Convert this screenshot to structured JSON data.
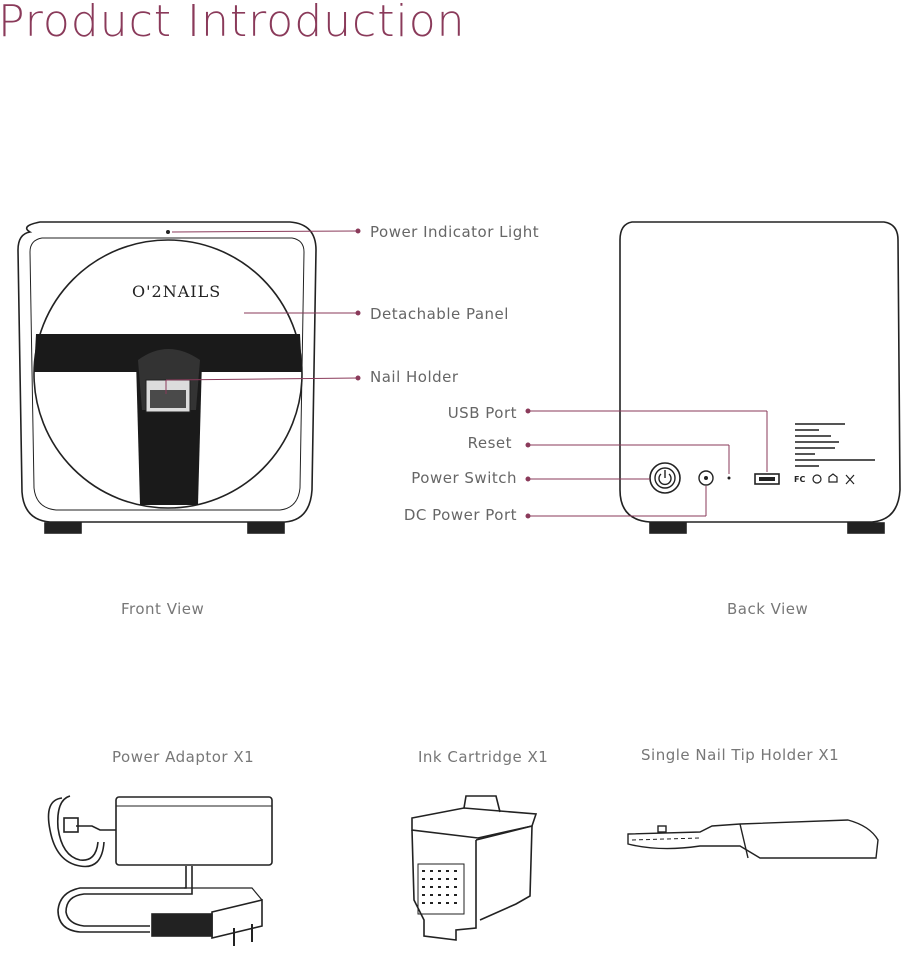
{
  "title": "Product Introduction",
  "brand": {
    "logo_text": "O'2NAILS"
  },
  "front_labels": {
    "power_indicator": "Power Indicator Light",
    "detachable_panel": "Detachable Panel",
    "nail_holder": "Nail Holder"
  },
  "back_labels": {
    "usb_port": "USB Port",
    "reset": "Reset",
    "power_switch": "Power Switch",
    "dc_power_port": "DC Power Port"
  },
  "views": {
    "front": "Front View",
    "back": "Back View"
  },
  "accessories": {
    "power_adaptor": "Power Adaptor X1",
    "ink_cartridge": "Ink Cartridge X1",
    "nail_tip_holder": "Single Nail Tip Holder X1"
  },
  "colors": {
    "accent": "#8a3a5a",
    "leader": "#8a3a5a",
    "outline": "#222222"
  }
}
